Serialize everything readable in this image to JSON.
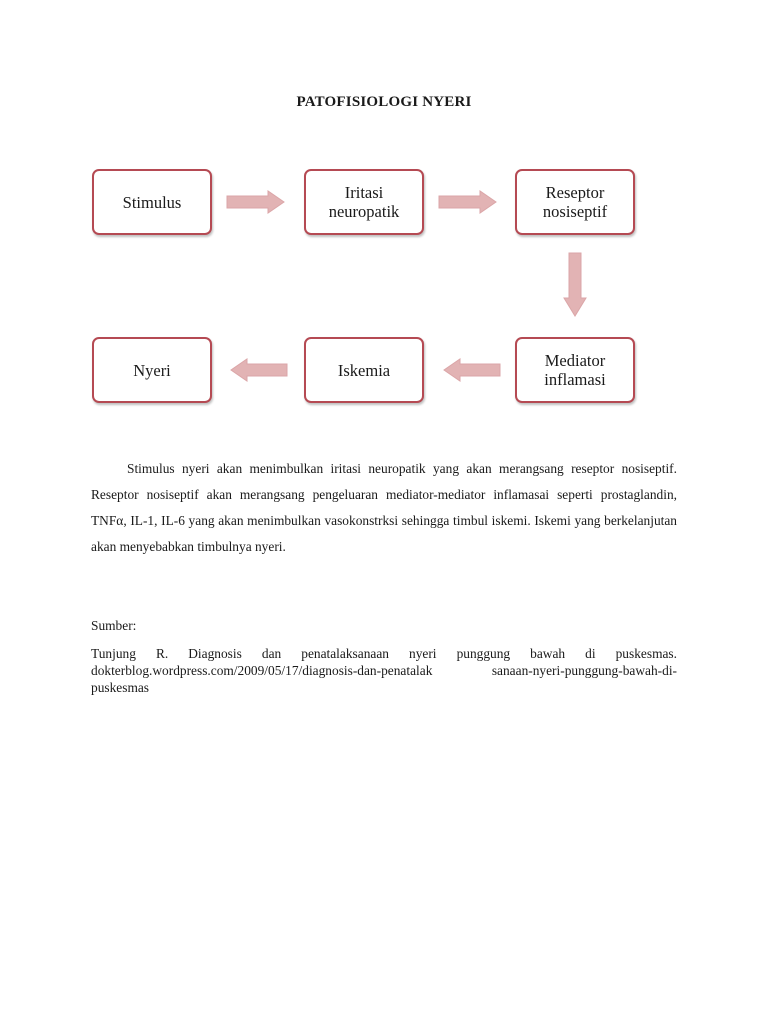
{
  "document": {
    "title": "PATOFISIOLOGI NYERI",
    "flow": {
      "boxes": {
        "stimulus": "Stimulus",
        "iritasi": "Iritasi\nneuropatik",
        "reseptor": "Reseptor\nnosiseptif",
        "mediator": "Mediator\ninflamasi",
        "iskemia": "Iskemia",
        "nyeri": "Nyeri"
      },
      "arrow_color": "#e2b3b4",
      "box_border_color": "#b54a53"
    },
    "paragraph": "Stimulus nyeri akan menimbulkan iritasi neuropatik yang akan merangsang reseptor nosiseptif. Reseptor nosiseptif akan merangsang pengeluaran mediator-mediator inflamasai seperti prostaglandin, TNFα, IL-1, IL-6 yang akan menimbulkan vasokonstrksi sehingga timbul iskemi. Iskemi yang berkelanjutan akan menyebabkan timbulnya nyeri.",
    "source_label": "Sumber:",
    "source_text": "Tunjung R. Diagnosis dan penatalaksanaan nyeri punggung bawah di puskesmas. dokterblog.wordpress.com/2009/05/17/diagnosis-dan-penatalak sanaan-nyeri-punggung-bawah-di-puskesmas"
  }
}
